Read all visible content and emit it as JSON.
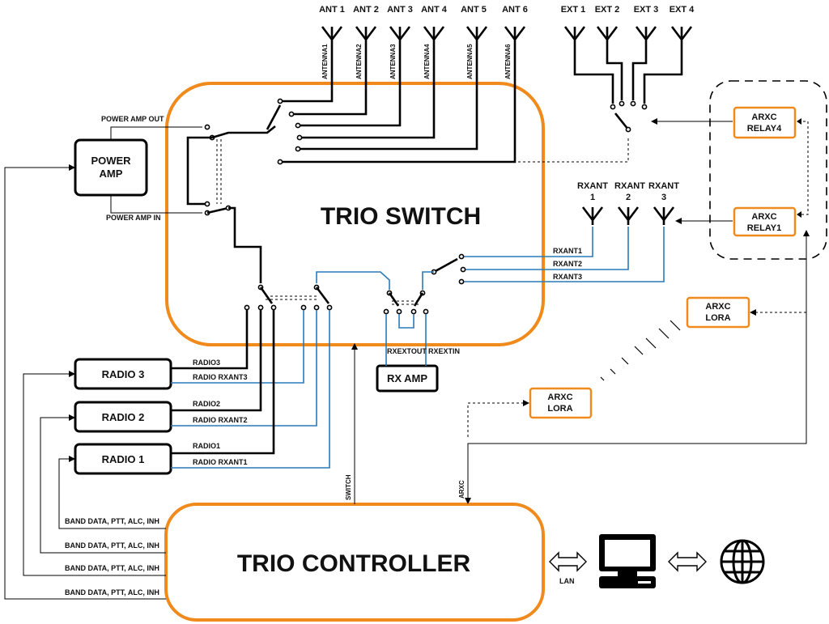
{
  "switch": {
    "title": "TRIO SWITCH"
  },
  "controller": {
    "title": "TRIO CONTROLLER"
  },
  "antennas": [
    "ANT 1",
    "ANT 2",
    "ANT 3",
    "ANT 4",
    "ANT 5",
    "ANT 6"
  ],
  "antenna_feeds": [
    "ANTENNA1",
    "ANTENNA2",
    "ANTENNA3",
    "ANTENNA4",
    "ANTENNA5",
    "ANTENNA6"
  ],
  "ext_antennas": [
    "EXT 1",
    "EXT 2",
    "EXT 3",
    "EXT 4"
  ],
  "rx_antennas": [
    {
      "top": "RXANT",
      "num": "1"
    },
    {
      "top": "RXANT",
      "num": "2"
    },
    {
      "top": "RXANT",
      "num": "3"
    }
  ],
  "rx_feeds": [
    "RXANT1",
    "RXANT2",
    "RXANT3"
  ],
  "power_amp": {
    "line1": "POWER",
    "line2": "AMP",
    "out_label": "POWER AMP OUT",
    "in_label": "POWER AMP IN"
  },
  "radios": [
    {
      "name": "RADIO 3",
      "feed": "RADIO3",
      "rx_feed": "RADIO RXANT3"
    },
    {
      "name": "RADIO 2",
      "feed": "RADIO2",
      "rx_feed": "RADIO RXANT2"
    },
    {
      "name": "RADIO 1",
      "feed": "RADIO1",
      "rx_feed": "RADIO RXANT1"
    }
  ],
  "rx_amp": {
    "title": "RX AMP",
    "out_label": "RXEXTOUT",
    "in_label": "RXEXTIN"
  },
  "arxc_relay4": {
    "line1": "ARXC",
    "line2": "RELAY4"
  },
  "arxc_relay1": {
    "line1": "ARXC",
    "line2": "RELAY1"
  },
  "arxc_lora_right": {
    "line1": "ARXC",
    "line2": "LORA"
  },
  "arxc_lora_left": {
    "line1": "ARXC",
    "line2": "LORA"
  },
  "band_data": [
    "BAND DATA, PTT, ALC, INH",
    "BAND DATA, PTT, ALC, INH",
    "BAND DATA, PTT, ALC, INH",
    "BAND DATA, PTT, ALC, INH"
  ],
  "switch_line_label": "SWITCH",
  "arxc_line_label": "ARXC",
  "lan_label": "LAN"
}
